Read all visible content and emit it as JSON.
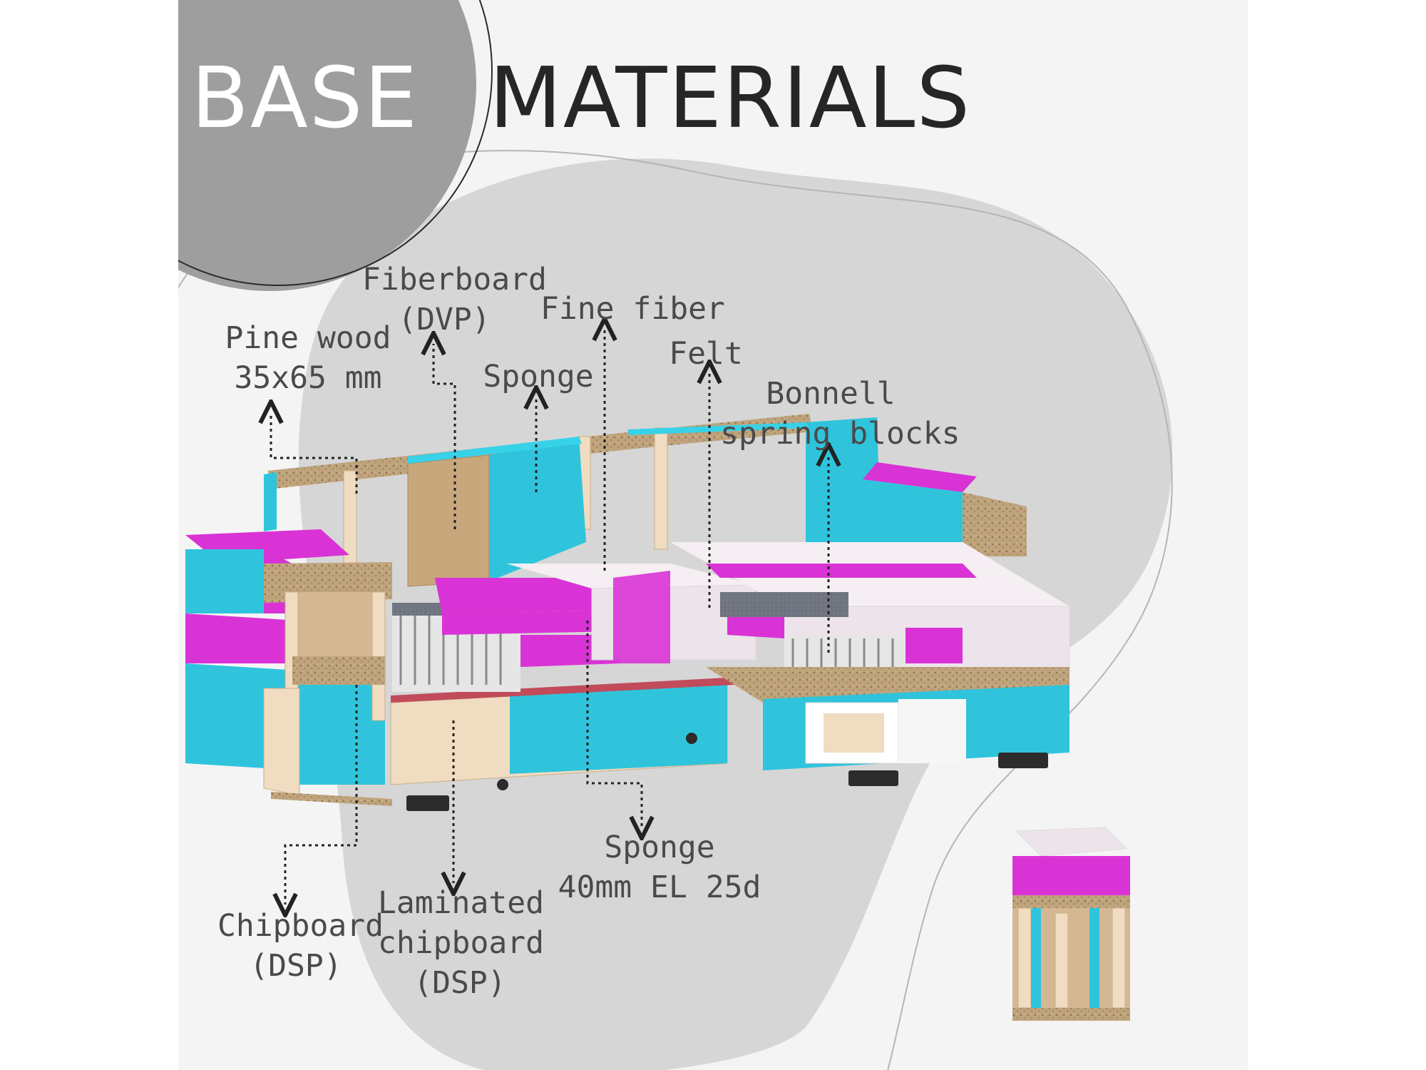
{
  "title": {
    "word1": "BASE",
    "word2": "MATERIALS"
  },
  "labels": {
    "pine_wood": [
      "Pine wood",
      "35x65 mm"
    ],
    "fiberboard": [
      "Fiberboard",
      "(DVP)"
    ],
    "sponge_back": [
      "Sponge"
    ],
    "fine_fiber": [
      "Fine fiber"
    ],
    "felt": [
      "Felt"
    ],
    "bonnell": [
      "Bonnell",
      "spring blocks"
    ],
    "chipboard": [
      "Chipboard",
      "(DSP)"
    ],
    "laminated_chipboard": [
      "Laminated",
      "chipboard",
      "(DSP)"
    ],
    "sponge_seat": [
      "Sponge",
      "40mm EL 25d"
    ]
  },
  "colors": {
    "foam_blue": "#2fc4dc",
    "foam_pink": "#d933d6",
    "wood": "#f0dcc0",
    "chipboard": "#bfa37c",
    "fiber": "#f5eef2",
    "blob": "#d6d6d6",
    "corner_circle": "#9e9e9e"
  }
}
